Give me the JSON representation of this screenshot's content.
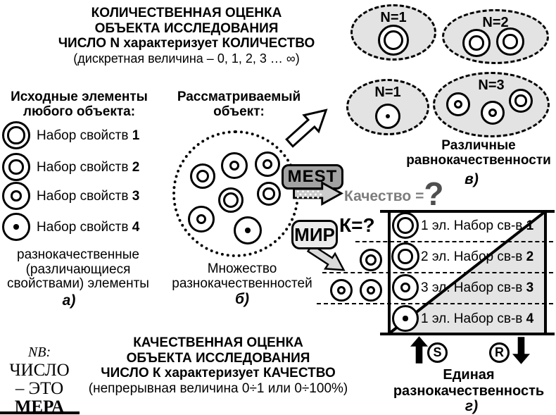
{
  "title_quant": {
    "l1": "КОЛИЧЕСТВЕННАЯ ОЦЕНКА",
    "l2": "ОБЪЕКТА ИССЛЕДОВАНИЯ",
    "l3": "ЧИСЛО N характеризует КОЛИЧЕСТВО",
    "l4": "(дискретная величина – 0, 1, 2, 3 … ∞)"
  },
  "title_qual": {
    "l1": "КАЧЕСТВЕННАЯ ОЦЕНКА",
    "l2": "ОБЪЕКТА ИССЛЕДОВАНИЯ",
    "l3": "ЧИСЛО К характеризует КАЧЕСТВО",
    "l4": "(непрерывная величина 0÷1 или 0÷100%)"
  },
  "left_panel": {
    "header_l1": "Исходные элементы",
    "header_l2": "любого объекта:",
    "items": [
      {
        "label": "Набор свойств ",
        "num": "1"
      },
      {
        "label": "Набор свойств ",
        "num": "2"
      },
      {
        "label": "Набор свойств ",
        "num": "3"
      },
      {
        "label": "Набор свойств ",
        "num": "4"
      }
    ],
    "footer_l1": "разнокачественные",
    "footer_l2": "(различающиеся",
    "footer_l3": "свойствами) элементы",
    "tag": "а)"
  },
  "object_panel": {
    "header_l1": "Рассматриваемый",
    "header_l2": "объект:",
    "caption_l1": "Множество",
    "caption_l2": "разнокачественностей",
    "tag": "б)"
  },
  "ellipse_panel": {
    "e1_label": "N=1",
    "e2_label": "N=2",
    "e3_label": "N=1",
    "e4_label": "N=3",
    "caption_l1": "Различные",
    "caption_l2": "равнокачественности",
    "tag": "в)"
  },
  "mest_label": "MEST",
  "mir_label": "МИР",
  "quality": {
    "label": "Качество = ",
    "question": "?"
  },
  "k_label": "К=?",
  "table_panel": {
    "rows": [
      {
        "text": "1 эл. Набор св-в ",
        "num": "1"
      },
      {
        "text": "2 эл. Набор св-в ",
        "num": "2"
      },
      {
        "text": "3 эл. Набор св-в ",
        "num": "3"
      },
      {
        "text": "1 эл. Набор св-в ",
        "num": "4"
      }
    ],
    "s_label": "S",
    "r_label": "R",
    "caption_l1": "Единая",
    "caption_l2": "разнокачественность",
    "tag": "г)"
  },
  "nb_panel": {
    "l1": "NB:",
    "l2": "ЧИСЛО",
    "l3": "– ЭТО",
    "l4": "МЕРА"
  },
  "colors": {
    "ellipse_fill": "#e3e3e3",
    "table_shade": "#e4e4e4",
    "mest_fill": "#a2a2a2",
    "mest_arrow_fill": "#cccccc",
    "mir_fill": "#ececec",
    "mir_arrow_fill": "#d9d9d9",
    "quality_text": "#7d7d7d",
    "question_mark": "#4f4f4f",
    "line_color": "#000000"
  }
}
